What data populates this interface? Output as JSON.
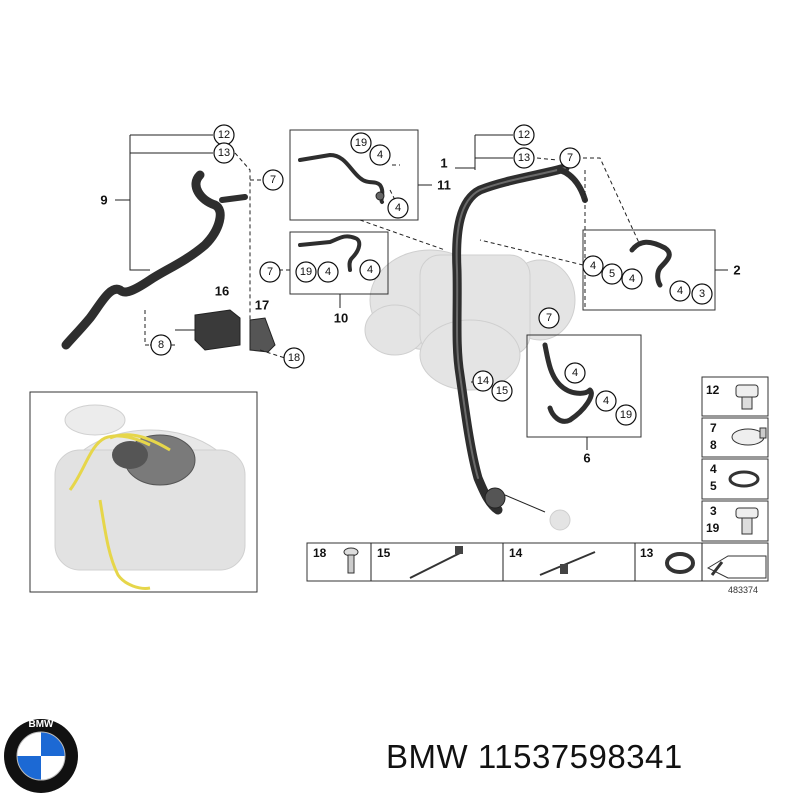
{
  "diagram": {
    "reference_number": "483374",
    "callouts": [
      "12",
      "13",
      "7",
      "9",
      "19",
      "4",
      "11",
      "1",
      "2",
      "5",
      "3",
      "16",
      "17",
      "8",
      "18",
      "10",
      "14",
      "15",
      "6"
    ],
    "legend": [
      {
        "numbers": [
          "12"
        ]
      },
      {
        "numbers": [
          "7",
          "8"
        ]
      },
      {
        "numbers": [
          "4",
          "5"
        ]
      },
      {
        "numbers": [
          "3",
          "19"
        ]
      }
    ],
    "bottom_strip": [
      {
        "number": "18"
      },
      {
        "number": "15"
      },
      {
        "number": "14"
      },
      {
        "number": "13"
      }
    ]
  },
  "footer": {
    "brand": "BMW",
    "part_number": "11537598341",
    "logo_letters": "BMW"
  }
}
